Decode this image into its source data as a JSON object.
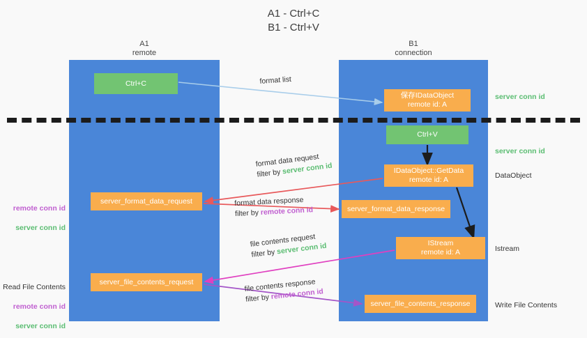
{
  "title": "A1 - Ctrl+C\nB1 - Ctrl+V",
  "columns": {
    "a1": "A1\nremote",
    "b1": "B1\nconnection"
  },
  "nodes": {
    "ctrl_c": "Ctrl+C",
    "save_idataobject": "保存IDataObject\nremote id: A",
    "ctrl_v": "Ctrl+V",
    "idataobject_getdata": "IDataObject::GetData\nremote id: A",
    "server_format_data_request": "server_format_data_request",
    "server_format_data_response": "server_format_data_response",
    "istream": "IStream\nremote id: A",
    "server_file_contents_request": "server_file_contents_request",
    "server_file_contents_response": "server_file_contents_response"
  },
  "edge_labels": {
    "format_list": "format list",
    "format_data_request": "format data request",
    "format_data_request_filter_prefix": "filter by ",
    "format_data_request_filter_key": "server conn id",
    "format_data_response": "format data response",
    "format_data_response_filter_prefix": "filter by ",
    "format_data_response_filter_key": "remote conn id",
    "file_contents_request": "file contents request",
    "file_contents_request_filter_prefix": "filter by ",
    "file_contents_request_filter_key": "server conn id",
    "file_contents_response": "file contents response",
    "file_contents_response_filter_prefix": "filter by ",
    "file_contents_response_filter_key": "remote conn id"
  },
  "side_notes": {
    "server_conn_id_top": "server conn id",
    "server_conn_id_mid": "server conn id",
    "dataobject": "DataObject",
    "istream": "Istream",
    "write_file_contents": "Write File Contents"
  },
  "left_notes": {
    "format_remote": "remote conn id",
    "format_server": "server conn id",
    "read_file_contents": "Read File Contents",
    "file_remote": "remote conn id",
    "file_server": "server conn id"
  },
  "colors": {
    "panel_blue": "#4a86d8",
    "node_green": "#72c472",
    "node_orange": "#f9ad4d",
    "text_green": "#5bbd72",
    "text_purple": "#c05fd0",
    "arrow_light_blue": "#a8cdea",
    "arrow_red": "#e8595b",
    "arrow_magenta": "#e040c0",
    "arrow_purple": "#a455c8",
    "arrow_black": "#1c1c1c",
    "background": "#f9f9f9"
  }
}
